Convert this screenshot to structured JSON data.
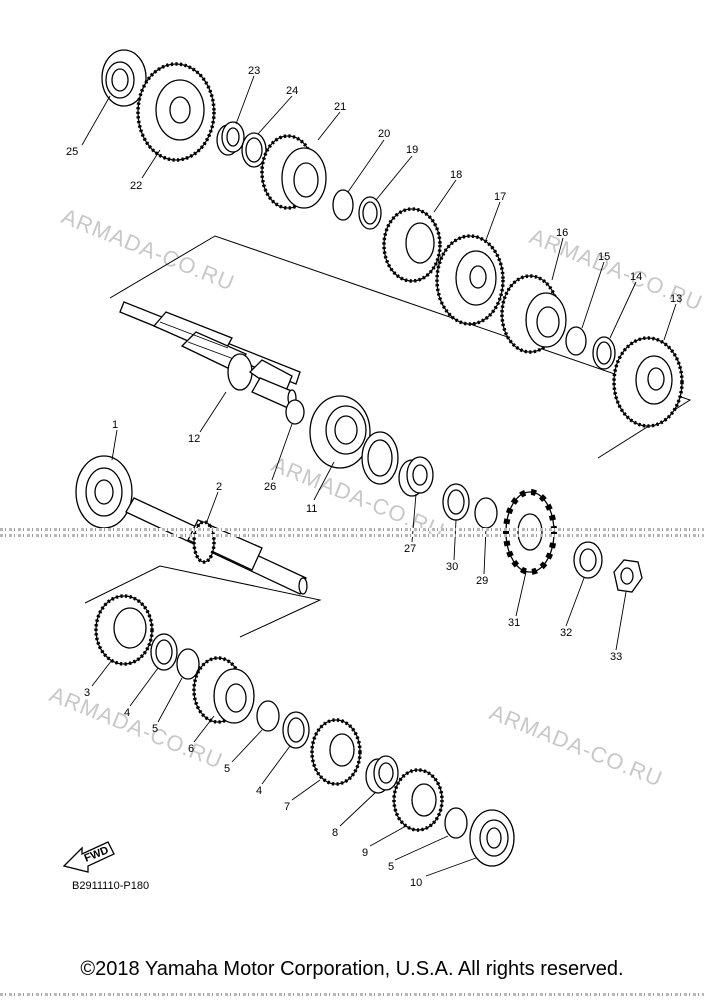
{
  "watermark": "ARMADA-CO.RU",
  "part_code": "B2911110-P180",
  "fwd_label": "FWD",
  "copyright": "©2018 Yamaha Motor Corporation, U.S.A. All rights reserved.",
  "callouts": [
    {
      "id": "c25",
      "text": "25"
    },
    {
      "id": "c22",
      "text": "22"
    },
    {
      "id": "c23",
      "text": "23"
    },
    {
      "id": "c24",
      "text": "24"
    },
    {
      "id": "c21",
      "text": "21"
    },
    {
      "id": "c20",
      "text": "20"
    },
    {
      "id": "c19",
      "text": "19"
    },
    {
      "id": "c18",
      "text": "18"
    },
    {
      "id": "c17",
      "text": "17"
    },
    {
      "id": "c16",
      "text": "16"
    },
    {
      "id": "c15",
      "text": "15"
    },
    {
      "id": "c14",
      "text": "14"
    },
    {
      "id": "c13",
      "text": "13"
    },
    {
      "id": "c12",
      "text": "12"
    },
    {
      "id": "c26",
      "text": "26"
    },
    {
      "id": "c11",
      "text": "11"
    },
    {
      "id": "c27",
      "text": "27"
    },
    {
      "id": "c30",
      "text": "30"
    },
    {
      "id": "c29",
      "text": "29"
    },
    {
      "id": "c31",
      "text": "31"
    },
    {
      "id": "c32",
      "text": "32"
    },
    {
      "id": "c33",
      "text": "33"
    },
    {
      "id": "c1",
      "text": "1"
    },
    {
      "id": "c2",
      "text": "2"
    },
    {
      "id": "c3",
      "text": "3"
    },
    {
      "id": "c4a",
      "text": "4"
    },
    {
      "id": "c5a",
      "text": "5"
    },
    {
      "id": "c6",
      "text": "6"
    },
    {
      "id": "c5b",
      "text": "5"
    },
    {
      "id": "c4b",
      "text": "4"
    },
    {
      "id": "c7",
      "text": "7"
    },
    {
      "id": "c8",
      "text": "8"
    },
    {
      "id": "c9",
      "text": "9"
    },
    {
      "id": "c5c",
      "text": "5"
    },
    {
      "id": "c10",
      "text": "10"
    }
  ]
}
